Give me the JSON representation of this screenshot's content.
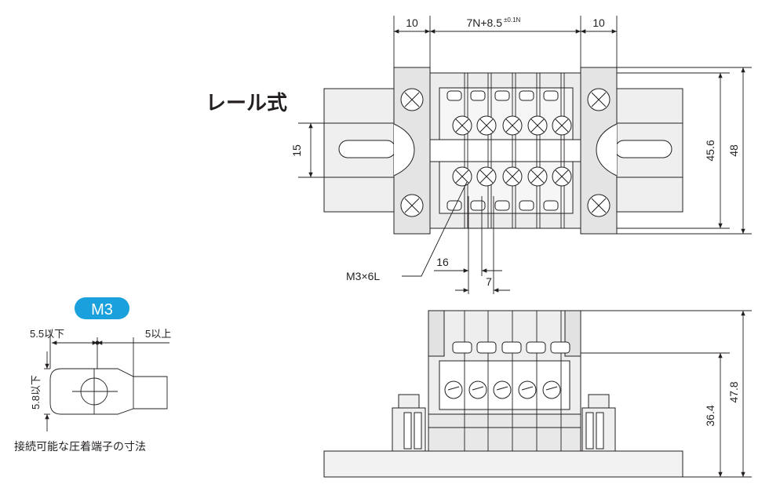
{
  "title": "レール式",
  "dimensions": {
    "left_margin": "10",
    "pitch": "7N+8.5",
    "pitch_tolerance": "±0.1N",
    "right_margin": "10",
    "rail_slot": "15",
    "inner_height": "45.6",
    "outer_height": "48",
    "screw": "M3×6L",
    "dim_16": "16",
    "dim_7": "7",
    "side_height_inner": "36.4",
    "side_height_outer": "47.8"
  },
  "terminal_spec": {
    "badge": "M3",
    "width_max": "5.5以下",
    "tail_min": "5以上",
    "height_max": "5.8以下",
    "caption": "接続可能な圧着端子の寸法"
  },
  "colors": {
    "badge": "#1aa0dc",
    "line": "#231f20",
    "body": "#e6e6e6",
    "base": "#f2f2f2"
  }
}
